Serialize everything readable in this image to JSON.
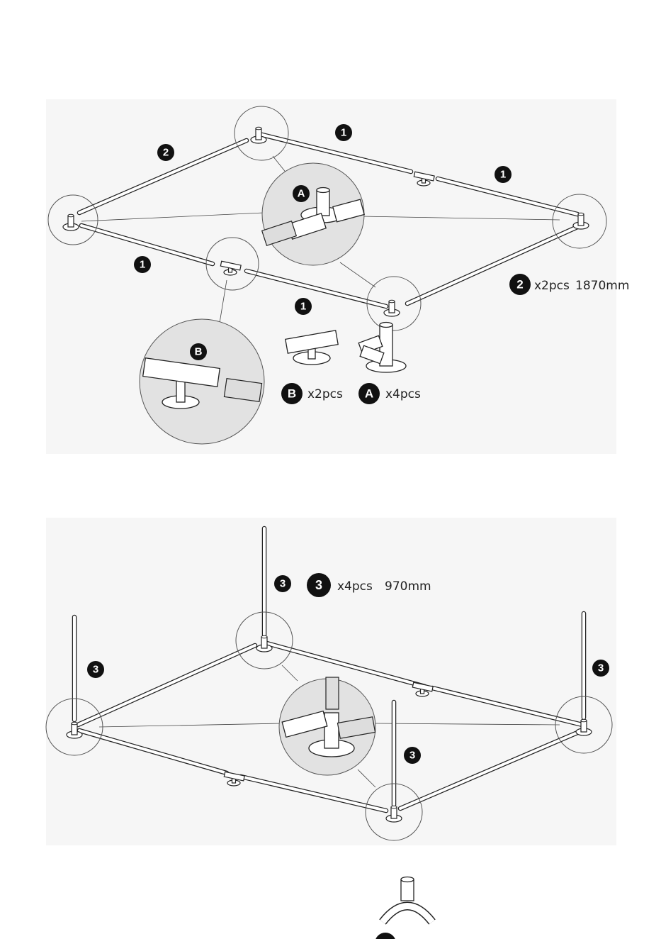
{
  "step1": {
    "markers": {
      "p1": "1",
      "p2": "2",
      "pA": "A",
      "pB": "B"
    },
    "part2_qty": "x2pcs",
    "part2_length": "1870mm",
    "partB_label": "B",
    "partB_qty": "x2pcs",
    "partA_label": "A",
    "partA_qty": "x4pcs"
  },
  "step2": {
    "markers": {
      "p3": "3"
    },
    "part3_label": "3",
    "part3_qty": "x4pcs",
    "part3_length": "970mm"
  },
  "icons": [
    "pipe-icon",
    "tee-connector-icon",
    "corner-connector-icon",
    "u-connector-icon"
  ],
  "colors": {
    "line": "#222222",
    "badge": "#111111",
    "panel": "#f6f6f6",
    "zoom": "#e2e2e2"
  }
}
